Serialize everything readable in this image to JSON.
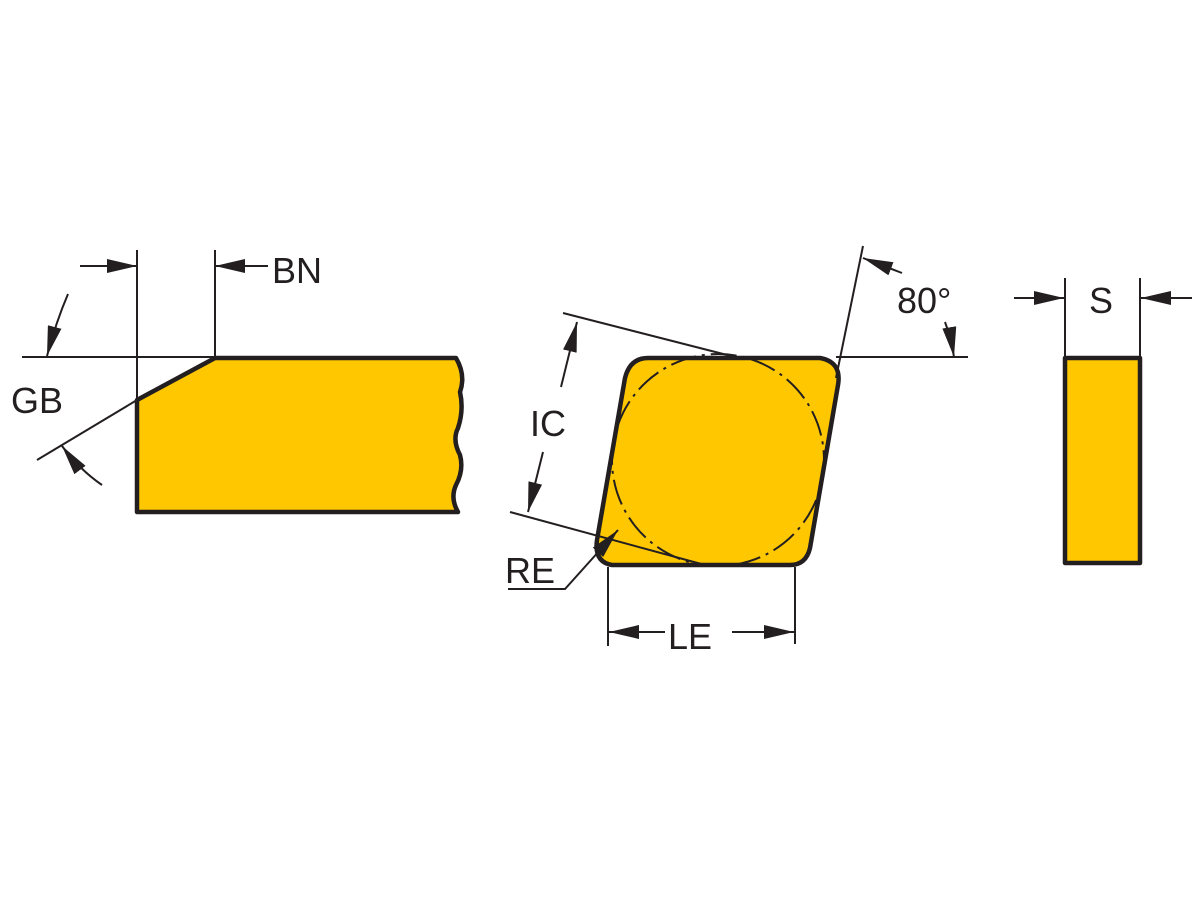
{
  "labels": {
    "bn": "BN",
    "gb": "GB",
    "ic": "IC",
    "angle": "80°",
    "re": "RE",
    "le": "LE",
    "s": "S"
  },
  "colors": {
    "insert_fill": "#ffc700",
    "outline": "#231f20"
  }
}
